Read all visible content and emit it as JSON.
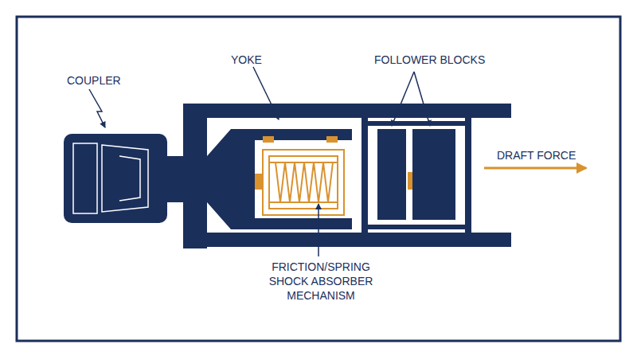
{
  "diagram": {
    "labels": [
      "COUPLER",
      "YOKE",
      "FOLLOWER BLOCKS",
      "DRAFT FORCE",
      "FRICTION/SPRING SHOCK ABSORBER MECHANISM"
    ]
  }
}
